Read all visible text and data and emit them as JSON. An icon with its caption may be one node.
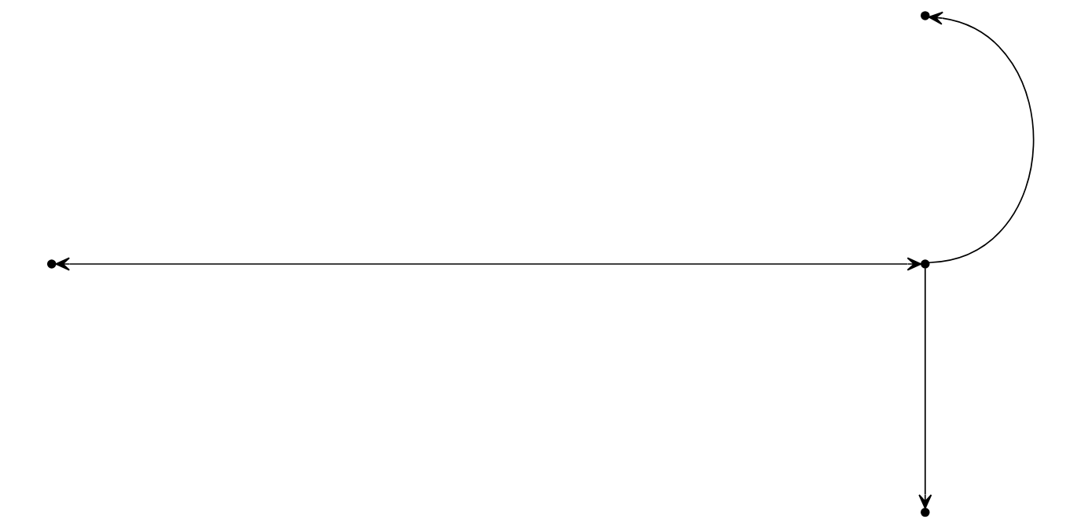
{
  "diagram": {
    "nodes": [
      {
        "text": [],
        "shape": "circle"
      },
      {
        "text": [],
        "shape": "circle"
      },
      {
        "text": [],
        "shape": "circle"
      },
      {
        "text": [],
        "shape": "circle"
      }
    ],
    "edges": [
      {
        "from": 2,
        "to": 0,
        "arrow": "to"
      },
      {
        "from": 1,
        "to": 2,
        "arrow": "both"
      },
      {
        "from": 2,
        "to": 3,
        "arrow": "to"
      }
    ]
  }
}
